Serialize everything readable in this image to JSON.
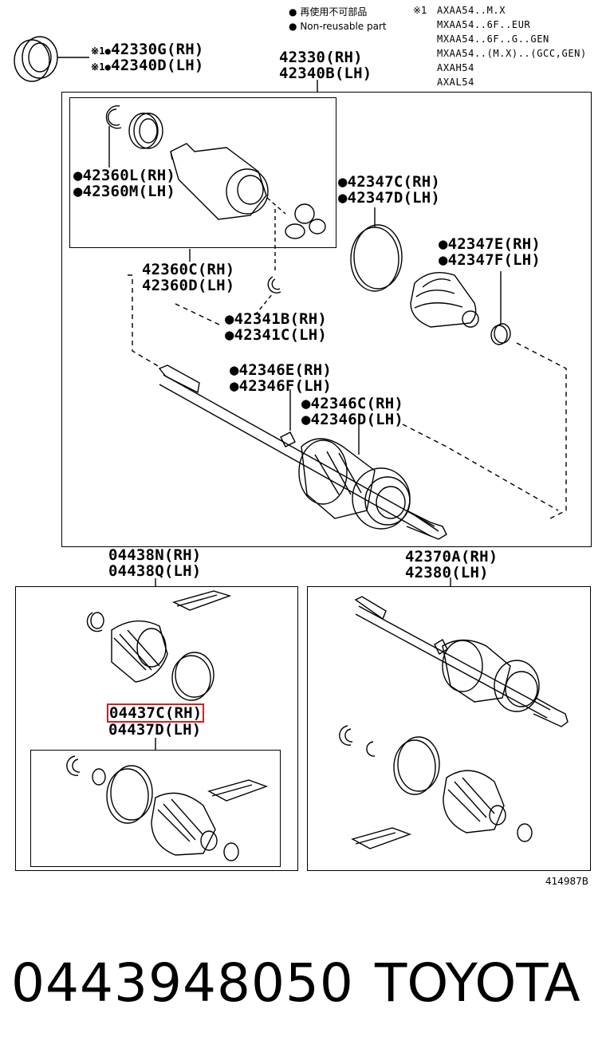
{
  "legend": {
    "reuse_jp": "再使用不可部品",
    "reuse_en": "Non-reusable part",
    "bullet": "●",
    "mark": "※1",
    "applicability": [
      "AXAA54..M.X",
      "MXAA54..6F..EUR",
      "MXAA54..6F..G..GEN",
      "MXAA54..(M.X)..(GCC,GEN)",
      "AXAH54",
      "AXAL54"
    ]
  },
  "labels": {
    "top_left_rh": "42330G(RH)",
    "top_left_lh": "42340D(LH)",
    "top_left_mark": "※1●",
    "assy_rh": "42330(RH)",
    "assy_lh": "42340B(LH)",
    "joint_rh": "●42360L(RH)",
    "joint_lh": "●42360M(LH)",
    "clamp_c_rh": "●42347C(RH)",
    "clamp_c_lh": "●42347D(LH)",
    "clamp_e_rh": "●42347E(RH)",
    "clamp_e_lh": "●42347F(LH)",
    "inner_rh": "42360C(RH)",
    "inner_lh": "42360D(LH)",
    "snap_rh": "●42341B(RH)",
    "snap_lh": "●42341C(LH)",
    "boot_e_rh": "●42346E(RH)",
    "boot_e_lh": "●42346F(LH)",
    "boot_c_rh": "●42346C(RH)",
    "boot_c_lh": "●42346D(LH)",
    "kit_n_rh": "04438N(RH)",
    "kit_n_lh": "04438Q(LH)",
    "shaft_rh": "42370A(RH)",
    "shaft_lh": "42380(LH)",
    "kit_c_rh": "04437C(RH)",
    "kit_c_lh": "04437D(LH)",
    "diagram_id": "414987B"
  },
  "footer": {
    "part_number": "0443948050",
    "brand": "TOYOTA"
  },
  "colors": {
    "highlight": "#d32020",
    "line": "#000000",
    "background": "#ffffff"
  }
}
